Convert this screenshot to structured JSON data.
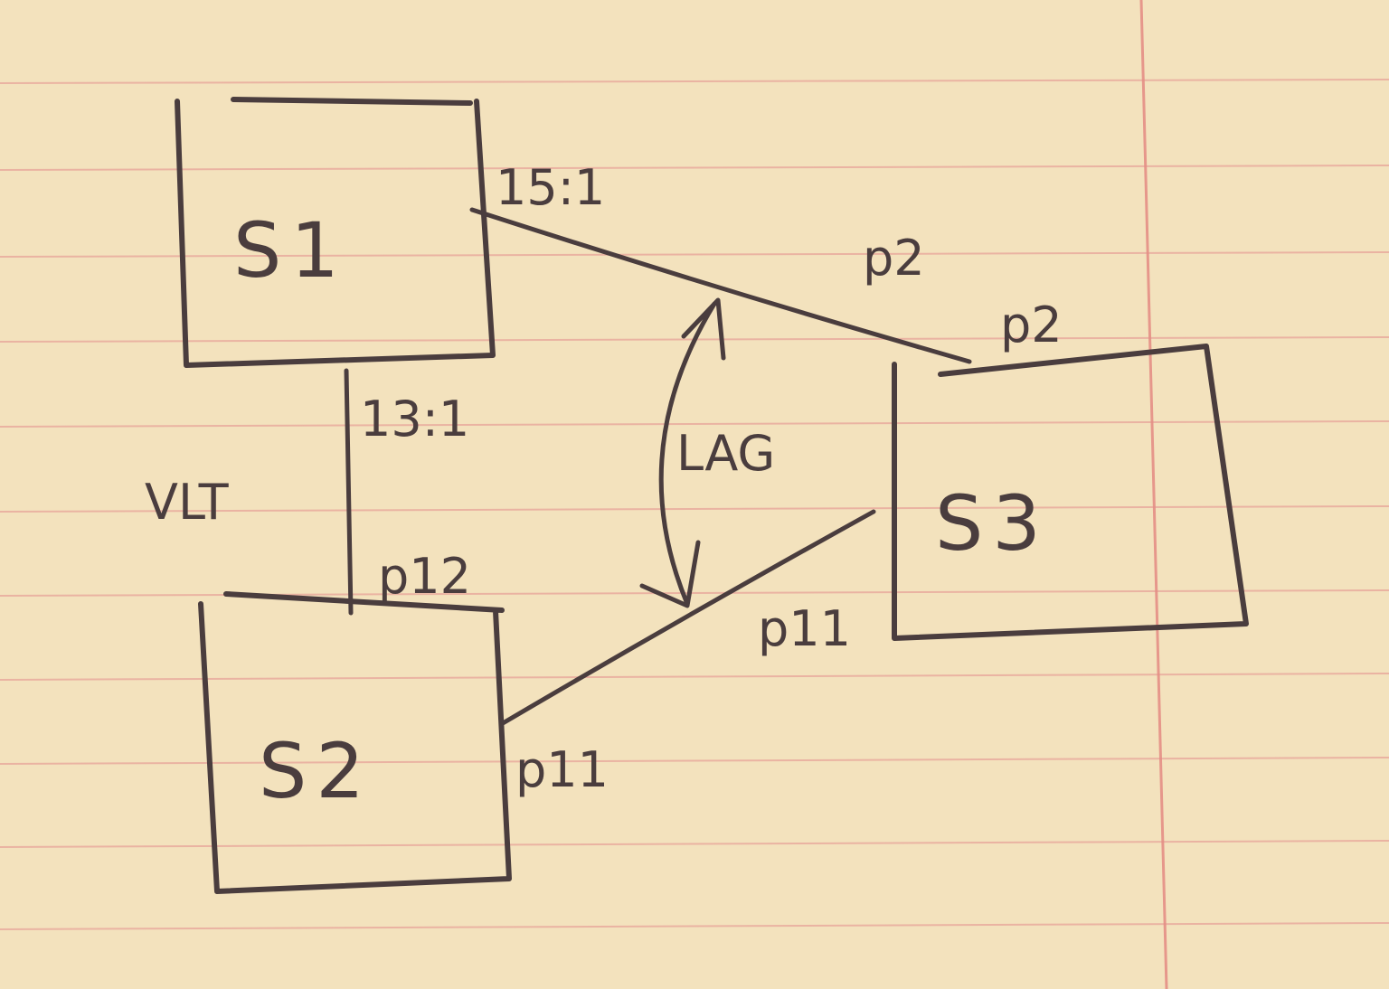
{
  "nodes": {
    "s1": {
      "label": "S1"
    },
    "s2": {
      "label": "S2"
    },
    "s3": {
      "label": "S3"
    }
  },
  "ports": {
    "s1_to_s3": "15:1",
    "s1_to_s2": "13:1",
    "s2_to_s1": "p12",
    "s2_to_s3": "p11",
    "s3_to_s1_outer": "p2",
    "s3_to_s1_inner": "p2",
    "s3_to_s2": "p11"
  },
  "annotations": {
    "vlt": "VLT",
    "lag": "LAG"
  },
  "colors": {
    "paper": "#f3e2bd",
    "ink": "#4a3d3e",
    "rule_line": "#e7a49a",
    "margin_line": "#e58f86"
  }
}
